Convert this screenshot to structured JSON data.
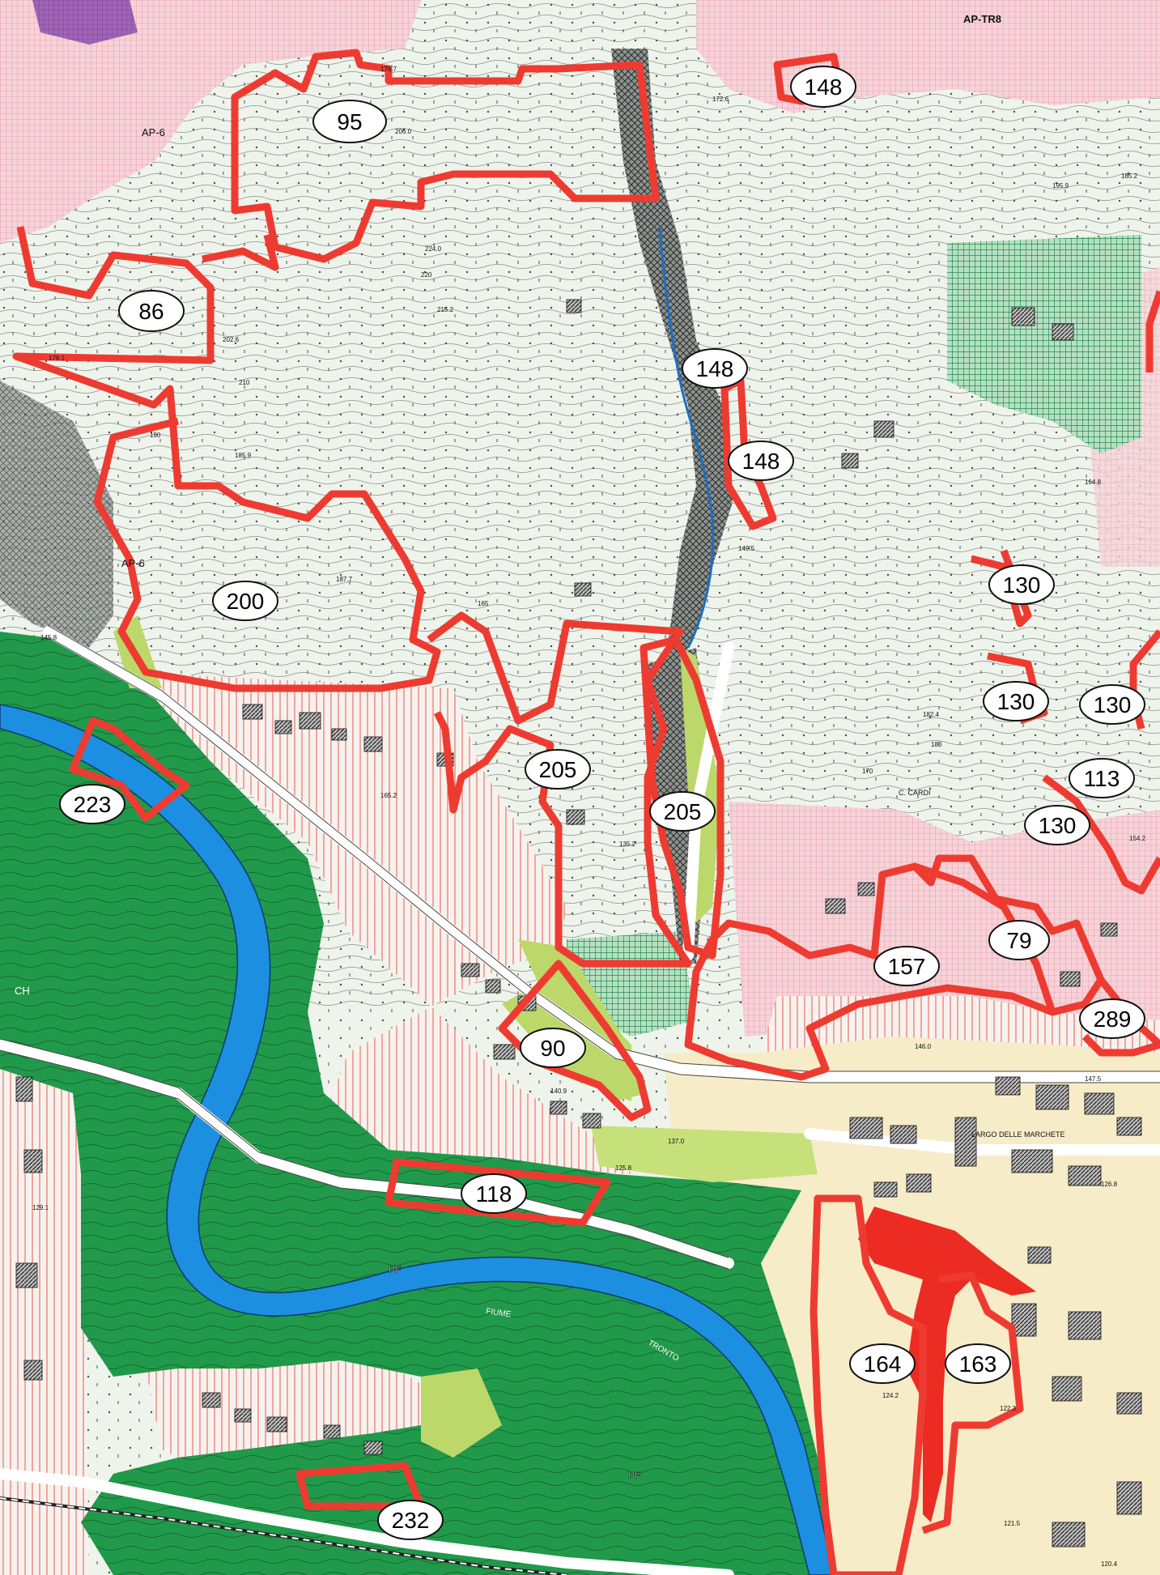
{
  "map": {
    "zone_codes": {
      "ap_tr8": "AP-TR8",
      "ap6_top": "AP-6",
      "ap6_left": "AP-6",
      "ch": "CH",
      "pf_mid": "PF",
      "pf_bottom": "PF",
      "fiume": "FIUME",
      "tronto": "TRONTO",
      "largo": "LARGO DELLE MARCHETE",
      "c_cardi": "C. CARDI"
    },
    "areas": [
      {
        "id": "95"
      },
      {
        "id": "148"
      },
      {
        "id": "86"
      },
      {
        "id": "148"
      },
      {
        "id": "148"
      },
      {
        "id": "200"
      },
      {
        "id": "130"
      },
      {
        "id": "130"
      },
      {
        "id": "130"
      },
      {
        "id": "113"
      },
      {
        "id": "130"
      },
      {
        "id": "223"
      },
      {
        "id": "205"
      },
      {
        "id": "205"
      },
      {
        "id": "79"
      },
      {
        "id": "157"
      },
      {
        "id": "289"
      },
      {
        "id": "90"
      },
      {
        "id": "118"
      },
      {
        "id": "164"
      },
      {
        "id": "163"
      },
      {
        "id": "232"
      }
    ],
    "elevations": {
      "e1": "206.0",
      "e2": "224.0",
      "e3": "220",
      "e4": "215.2",
      "e5": "202.6",
      "e6": "190",
      "e7": "185.9",
      "e8": "187.7",
      "e9": "165",
      "e10": "145.8",
      "e11": "135.2",
      "e12": "149.5",
      "e13": "182.4",
      "e14": "180",
      "e15": "170",
      "e16": "195.9",
      "e17": "185.2",
      "e18": "172.6",
      "e19": "164.8",
      "e20": "154.2",
      "e21": "146.0",
      "e22": "147.5",
      "e23": "137.0",
      "e24": "126.8",
      "e25": "124.2",
      "e26": "122.3",
      "e27": "121.5",
      "e28": "120.4",
      "e29": "125.8",
      "e30": "140.9",
      "e31": "129.1",
      "e32": "210",
      "e33": "165.2",
      "e34": "178.1",
      "e35": "176.7"
    },
    "colors": {
      "boundary": "#ee3b31",
      "river": "#1c8fe0",
      "park_green": "#219a48",
      "light_green": "#bcd86a",
      "pink": "#f3c8cf",
      "purple": "#9b55b0",
      "cream": "#f6ecc6",
      "dark_green_grid": "#2e9a5a",
      "base": "#eef3ea"
    }
  }
}
